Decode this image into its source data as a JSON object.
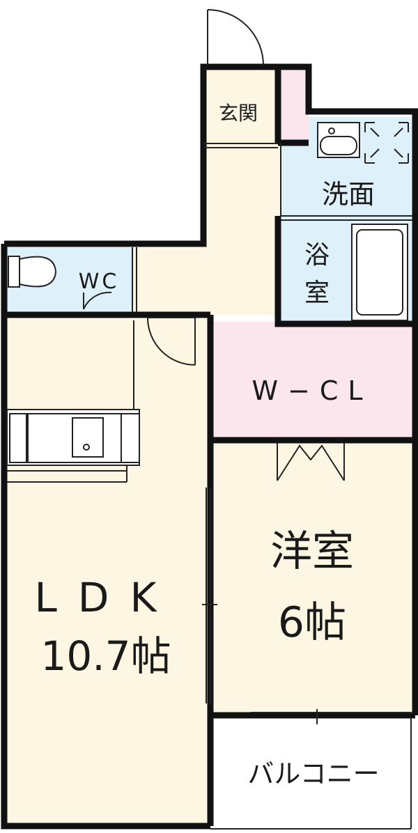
{
  "rooms": {
    "genkan": "玄関",
    "senmen": "洗面",
    "yoku_1": "浴",
    "yoku_2": "室",
    "wc": "WC",
    "wcl": "W−CL",
    "yoshitsu_name": "洋室",
    "yoshitsu_size": "6帖",
    "ldk_name": "LDK",
    "ldk_size": "10.7帖",
    "balcony": "バルコニー"
  },
  "colors": {
    "floor": "#fcf6e3",
    "wet_area": "#def0f9",
    "closet": "#fce6ee",
    "wall": "#111111"
  }
}
